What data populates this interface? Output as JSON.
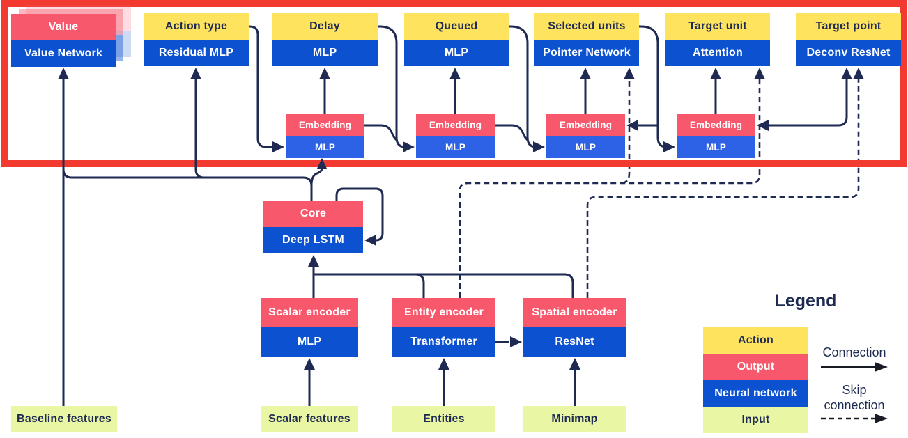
{
  "title": "Agent architecture diagram (policy heads, core and encoders)",
  "palette": {
    "action_yellow": "#FEE45E",
    "output_pink": "#F8586C",
    "network_blue": "#0B51D0",
    "embedding_blue": "#2E62E6",
    "input_green": "#E9F6A4",
    "line_navy": "#1E2A52",
    "highlight_red": "#F23A31"
  },
  "heads": [
    {
      "action": "Value",
      "network": "Value Network"
    },
    {
      "action": "Action type",
      "network": "Residual MLP"
    },
    {
      "action": "Delay",
      "network": "MLP"
    },
    {
      "action": "Queued",
      "network": "MLP"
    },
    {
      "action": "Selected units",
      "network": "Pointer Network"
    },
    {
      "action": "Target unit",
      "network": "Attention"
    },
    {
      "action": "Target point",
      "network": "Deconv ResNet"
    }
  ],
  "embeddings": [
    {
      "label": "Embedding",
      "network": "MLP"
    },
    {
      "label": "Embedding",
      "network": "MLP"
    },
    {
      "label": "Embedding",
      "network": "MLP"
    },
    {
      "label": "Embedding",
      "network": "MLP"
    }
  ],
  "core": {
    "label": "Core",
    "network": "Deep LSTM"
  },
  "encoders": [
    {
      "label": "Scalar encoder",
      "network": "MLP"
    },
    {
      "label": "Entity encoder",
      "network": "Transformer"
    },
    {
      "label": "Spatial encoder",
      "network": "ResNet"
    }
  ],
  "inputs": [
    "Baseline features",
    "Scalar features",
    "Entities",
    "Minimap"
  ],
  "legend": {
    "title": "Legend",
    "items": [
      {
        "label": "Action",
        "color": "#FEE45E"
      },
      {
        "label": "Output",
        "color": "#F8586C"
      },
      {
        "label": "Neural network",
        "color": "#0B51D0"
      },
      {
        "label": "Input",
        "color": "#E9F6A4"
      }
    ],
    "connection_label": "Connection",
    "skip_line1": "Skip",
    "skip_line2": "connection"
  }
}
